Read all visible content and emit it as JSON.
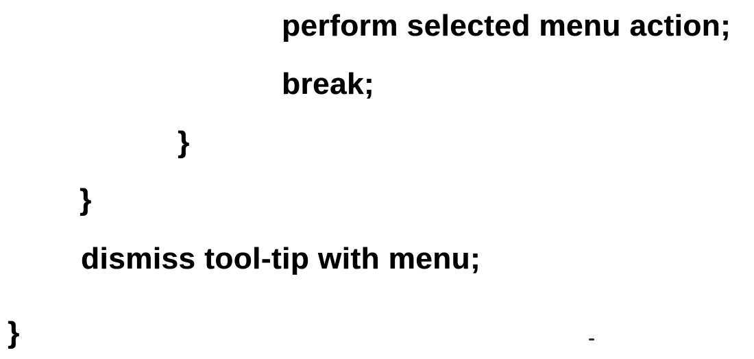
{
  "document": {
    "kind": "scanned pseudocode listing",
    "background_color": "#ffffff",
    "ink_color": "#000000",
    "lines": [
      {
        "text": "perform selected menu action;",
        "indent_level": 3
      },
      {
        "text": "break;",
        "indent_level": 3
      },
      {
        "text": "}",
        "indent_level": 2
      },
      {
        "text": "}",
        "indent_level": 1
      },
      {
        "text": "dismiss tool-tip with menu;",
        "indent_level": 1
      },
      {
        "text": "}",
        "indent_level": 0
      }
    ]
  }
}
